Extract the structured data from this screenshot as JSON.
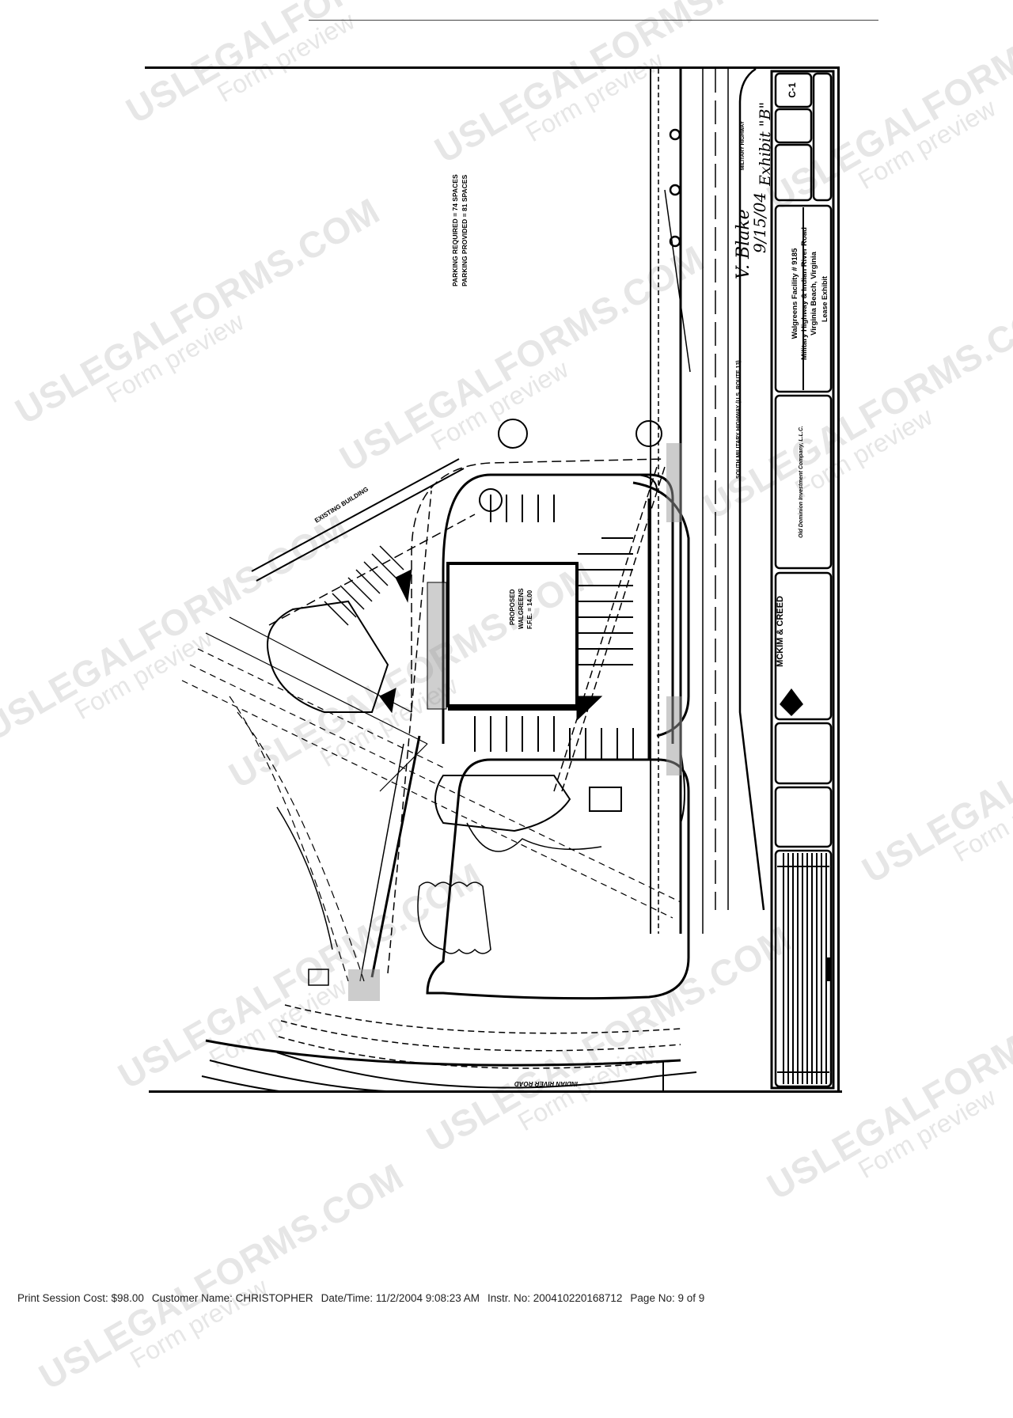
{
  "document": {
    "type": "Site plan lease exhibit (scanned)",
    "header_line": true
  },
  "drawing": {
    "parking_note": {
      "required": "PARKING REQUIRED = 74 SPACES",
      "provided": "PARKING PROVIDED = 81 SPACES"
    },
    "building_label": {
      "line1": "PROPOSED",
      "line2": "WALGREENS",
      "line3": "F.F.E. = 14.00"
    },
    "existing_building": "EXISTING BUILDING",
    "road_top": "SOUTH MILITARY HIGHWAY (U.S. ROUTE 13)",
    "road_top_short": "MILITARY HIGHWAY",
    "road_bottom": "INDIAN RIVER ROAD"
  },
  "title_block": {
    "sheet_number": "C-1",
    "project_title_line1": "Walgreens Facility # 9185",
    "project_title_line2": "Military Highway & Indian River Road",
    "project_title_line3": "Virginia Beach, Virginia",
    "drawing_title": "Lease Exhibit",
    "client": "Old Dominion Investment Company, L.L.C.",
    "engineer": "MCKIM & CREED"
  },
  "annotations": {
    "exhibit": "Exhibit \"B\"",
    "initials": "V. Blake",
    "date": "9/15/04"
  },
  "footer": {
    "cost": "Print Session Cost: $98.00",
    "customer": "Customer Name: CHRISTOPHER",
    "datetime": "Date/Time: 11/2/2004 9:08:23 AM",
    "instr": "Instr. No: 200410220168712",
    "page": "Page No: 9 of 9"
  },
  "watermark": {
    "brand": "USLEGALFORMS.COM",
    "subtitle": "Form preview",
    "color": "#e6e6e6"
  }
}
